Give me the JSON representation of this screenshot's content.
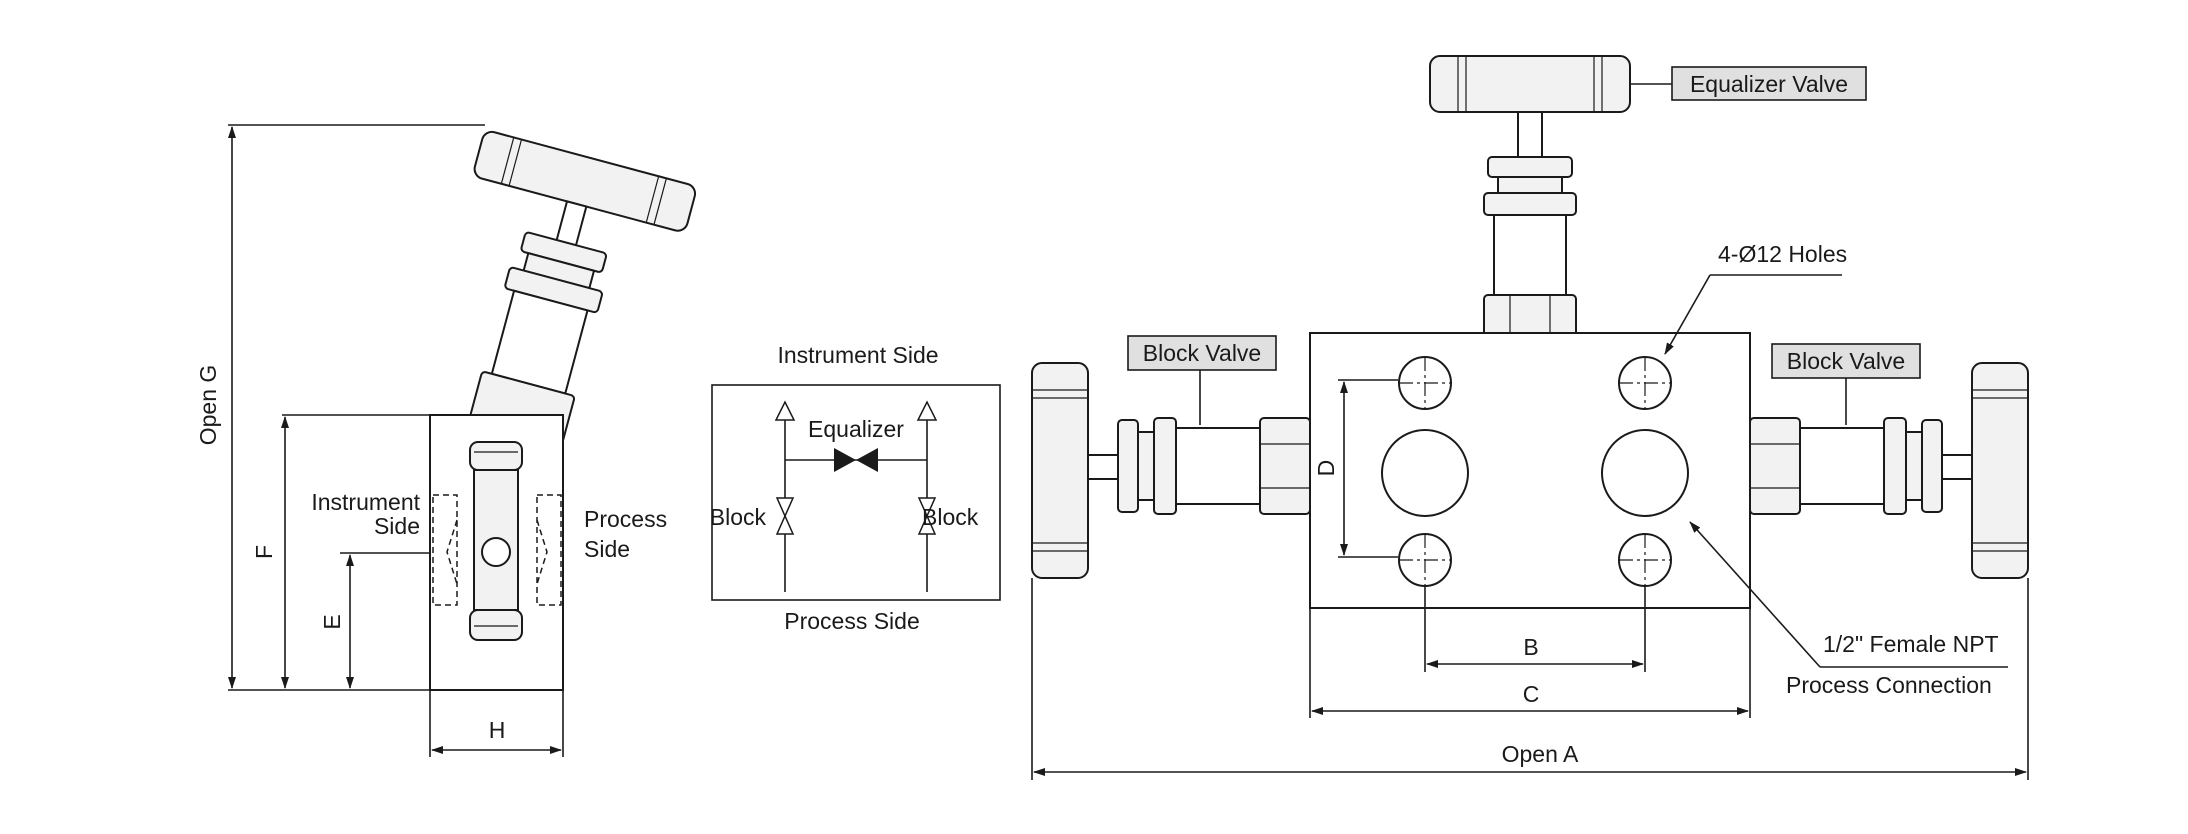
{
  "side_view": {
    "instrument_side": [
      "Instrument",
      "Side"
    ],
    "process_side": [
      "Process",
      "Side"
    ],
    "dimensions": {
      "open_g": "Open G",
      "f": "F",
      "e": "E",
      "h": "H"
    }
  },
  "schematic": {
    "instrument_side": "Instrument Side",
    "process_side": "Process Side",
    "equalizer": "Equalizer",
    "block_left": "Block",
    "block_right": "Block"
  },
  "front_view": {
    "callouts": {
      "equalizer_valve": "Equalizer Valve",
      "block_valve_left": "Block Valve",
      "block_valve_right": "Block Valve",
      "holes": "4-Ø12 Holes",
      "female_npt": "1/2\" Female NPT",
      "process_connection": "Process Connection"
    },
    "dimensions": {
      "d": "D",
      "b": "B",
      "c": "C",
      "open_a": "Open A"
    }
  }
}
